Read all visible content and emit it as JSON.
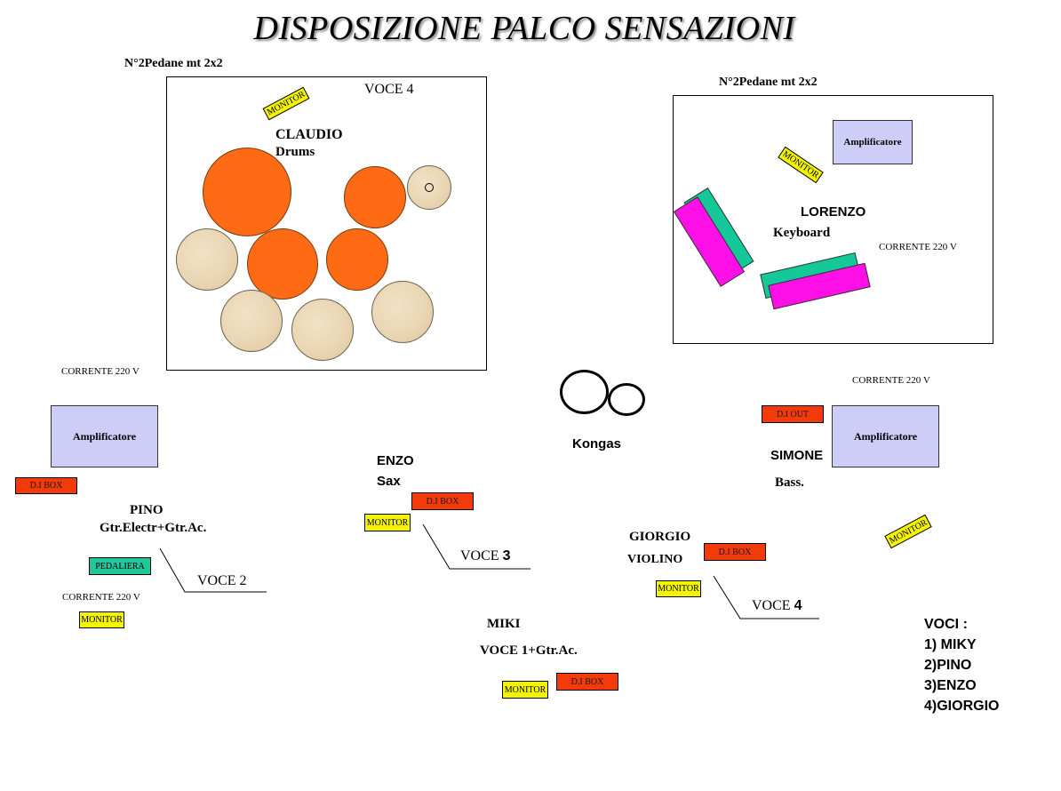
{
  "title": "DISPOSIZIONE PALCO SENSAZIONI",
  "drums": {
    "platform_label": "N°2Pedane mt 2x2",
    "monitor": "MONITOR",
    "voce": "VOCE 4",
    "name": "CLAUDIO",
    "instrument": "Drums"
  },
  "keys": {
    "platform_label": "N°2Pedane mt 2x2",
    "amp": "Amplificatore",
    "monitor": "MONITOR",
    "name": "LORENZO",
    "instrument": "Keyboard",
    "power": "CORRENTE 220 V"
  },
  "guitar": {
    "power_top": "CORRENTE 220 V",
    "amp": "Amplificatore",
    "di": "D.I BOX",
    "name": "PINO",
    "instrument": "Gtr.Electr+Gtr.Ac.",
    "pedal": "PEDALIERA",
    "voce": "VOCE 2",
    "power_bottom": "CORRENTE 220 V",
    "monitor": "MONITOR"
  },
  "sax": {
    "name": "ENZO",
    "instrument": "Sax",
    "di": "D.I BOX",
    "monitor": "MONITOR",
    "voce_prefix": "VOCE",
    "voce_num": "3"
  },
  "kongas": {
    "label": "Kongas"
  },
  "bass": {
    "power": "CORRENTE 220 V",
    "di": "D.I OUT",
    "amp": "Amplificatore",
    "name": "SIMONE",
    "instrument": "Bass.",
    "monitor": "MONITOR"
  },
  "violin": {
    "name": "GIORGIO",
    "instrument": "VIOLINO",
    "di": "D.I BOX",
    "monitor": "MONITOR",
    "voce_prefix": "VOCE",
    "voce_num": "4"
  },
  "vocal": {
    "name": "MIKI",
    "role": "VOCE 1+Gtr.Ac.",
    "monitor": "MONITOR",
    "di": "D.I BOX"
  },
  "voci": {
    "heading": "VOCI :",
    "items": [
      "1) MIKY",
      "2)PINO",
      "3)ENZO",
      "4)GIORGIO"
    ]
  },
  "colors": {
    "monitor": "#f4f400",
    "di_box": "#f23a0a",
    "pedal": "#1fc89a",
    "amp": "#cdcdf8",
    "drum_shell": "#ff6a14",
    "keyboard_magenta": "#ff10e6",
    "keyboard_teal": "#15c89a"
  },
  "icons": [
    "drum-shell",
    "cymbal",
    "keyboard",
    "conga"
  ]
}
